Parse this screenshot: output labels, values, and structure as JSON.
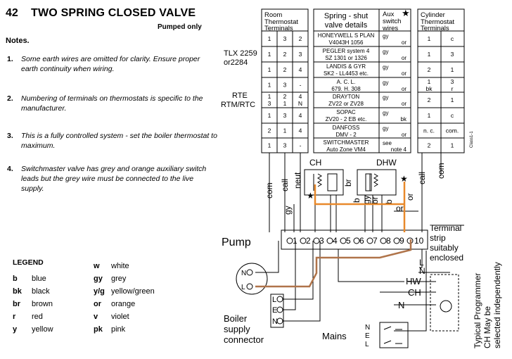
{
  "header": {
    "number": "42",
    "title": "TWO SPRING CLOSED VALVE",
    "subtitle": "Pumped only"
  },
  "notes": {
    "heading": "Notes.",
    "items": [
      {
        "num": "1.",
        "text": "Some earth wires are omitted for clarity. Ensure proper earth continuity when wiring."
      },
      {
        "num": "2.",
        "text": "Numbering of terminals on thermostats is specific to the manufacturer."
      },
      {
        "num": "3.",
        "text": "This is a fully controlled system - set the boiler thermostat to maximum."
      },
      {
        "num": "4.",
        "text": "Switchmaster valve has grey and orange auxiliary switch leads but the grey wire must be connected to the live supply."
      }
    ]
  },
  "legend": {
    "heading": "LEGEND",
    "col1": [
      {
        "code": "b",
        "name": "blue"
      },
      {
        "code": "bk",
        "name": "black"
      },
      {
        "code": "br",
        "name": "brown"
      },
      {
        "code": "r",
        "name": "red"
      },
      {
        "code": "y",
        "name": "yellow"
      }
    ],
    "col2": [
      {
        "code": "w",
        "name": "white"
      },
      {
        "code": "gy",
        "name": "grey"
      },
      {
        "code": "y/g",
        "name": "yellow/green"
      },
      {
        "code": "or",
        "name": "orange"
      },
      {
        "code": "v",
        "name": "violet"
      },
      {
        "code": "pk",
        "name": "pink"
      }
    ]
  },
  "table": {
    "room_header": [
      "Room",
      "Thermostat",
      "Terminals"
    ],
    "valve_header": [
      "Spring - shut",
      "valve details"
    ],
    "aux_header": [
      "Aux",
      "switch",
      "wires"
    ],
    "cyl_header": [
      "Cylinder",
      "Thermostat",
      "Terminals"
    ],
    "side_labels": {
      "tlx": [
        "TLX 2259",
        "or2284"
      ],
      "rte": [
        "RTE",
        "RTM/RTC"
      ]
    },
    "room_rows": [
      [
        "1",
        "3",
        "2"
      ],
      [
        "1",
        "2",
        "3"
      ],
      [
        "1",
        "2",
        "4"
      ],
      [
        "1",
        "3",
        "-"
      ],
      [
        "1\n3",
        "2\n1",
        "4\nN"
      ],
      [
        "1",
        "3",
        "4"
      ],
      [
        "2",
        "1",
        "4"
      ],
      [
        "1",
        "3",
        "-"
      ]
    ],
    "valve_rows": [
      [
        "HONEYWELL S PLAN",
        "V4043H 1056"
      ],
      [
        "PEGLER system 4",
        "SZ 1301 or 1326"
      ],
      [
        "LANDIS & GYR",
        "SK2 - LL4453 etc."
      ],
      [
        "A. C. L.",
        "679. H. 308"
      ],
      [
        "DRAYTON",
        "ZV22 or ZV28"
      ],
      [
        "SOPAC",
        "ZV20 - 2 EB etc."
      ],
      [
        "DANFOSS",
        "DMV - 2"
      ],
      [
        "SWITCHMASTER",
        "Auto Zone VM4"
      ]
    ],
    "aux_rows": [
      [
        "gy",
        "or"
      ],
      [
        "gy",
        "or"
      ],
      [
        "gy",
        "or"
      ],
      [
        "gy",
        "or"
      ],
      [
        "gy",
        "or"
      ],
      [
        "gy",
        "bk"
      ],
      [
        "gy",
        "or"
      ],
      [
        "see",
        "note 4"
      ]
    ],
    "cyl_rows": [
      [
        "1",
        "c"
      ],
      [
        "1",
        "3"
      ],
      [
        "2",
        "1"
      ],
      [
        "1\nbk",
        "3\nr"
      ],
      [
        "2",
        "1"
      ],
      [
        "1",
        "c"
      ],
      [
        "n. c.",
        "com."
      ],
      [
        "2",
        "1"
      ]
    ],
    "corner_code": "Class1-1"
  },
  "wiring": {
    "valve_ch_label": "CH",
    "valve_dhw_label": "DHW",
    "wire_labels": [
      "com",
      "call",
      "gy",
      "neut",
      "br",
      "b",
      "gy",
      "or",
      "br",
      "b",
      "or",
      "call",
      "com"
    ],
    "pump_label": "Pump",
    "terminal_numbers": [
      "1",
      "2",
      "3",
      "4",
      "5",
      "6",
      "7",
      "8",
      "9",
      "10"
    ],
    "strip_caption": [
      "Terminal",
      "strip",
      "suitably",
      "enclosed"
    ],
    "strip_side": [
      "L",
      "N"
    ],
    "pump_terminals": [
      "N",
      "L"
    ],
    "boiler_terminals": [
      "L",
      "E",
      "N"
    ],
    "boiler_label": [
      "Boiler",
      "supply",
      "connector"
    ],
    "programmer_lines": [
      "HW",
      "CH",
      "N"
    ],
    "mains_label": "Mains",
    "mains_terminals": [
      "N",
      "E",
      "L"
    ],
    "programmer_caption": [
      "Typical Programmer",
      "CH May be",
      "selected independently"
    ]
  },
  "colors": {
    "ink": "#000000",
    "orange_wire": "#e8892b",
    "brown_wire": "#b0744a"
  }
}
